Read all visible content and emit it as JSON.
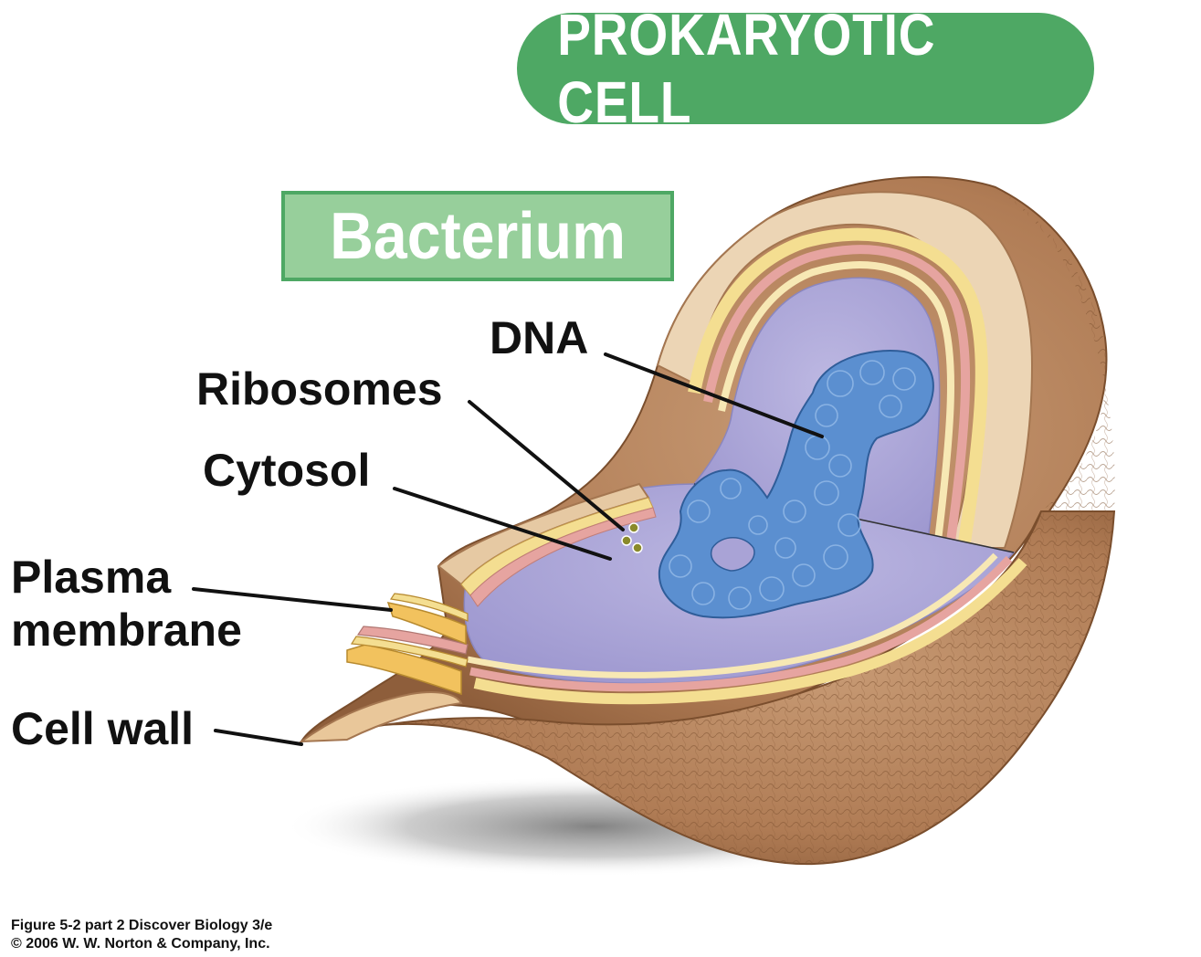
{
  "header": {
    "title": "PROKARYOTIC CELL"
  },
  "subtitle": {
    "label": "Bacterium"
  },
  "labels": {
    "dna": "DNA",
    "ribosomes": "Ribosomes",
    "cytosol": "Cytosol",
    "plasma_membrane_line1": "Plasma",
    "plasma_membrane_line2": "membrane",
    "cell_wall": "Cell wall"
  },
  "caption": {
    "line1": "Figure 5-2 part 2  Discover Biology 3/e",
    "line2": "© 2006 W. W. Norton & Company, Inc."
  },
  "colors": {
    "header_green": "#4ea864",
    "box_fill": "#97cf9b",
    "cell_wall": "#b5835f",
    "cytosol": "#a9a3d6",
    "dna": "#4d7fc4",
    "membrane_yellow": "#f4de91",
    "membrane_pink": "#e6a4a0"
  }
}
